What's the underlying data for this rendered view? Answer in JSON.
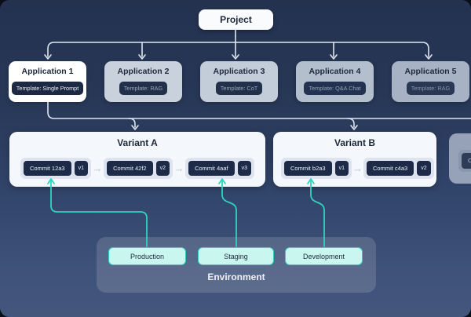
{
  "project": {
    "label": "Project"
  },
  "applications": [
    {
      "label": "Application 1",
      "template": "Template: Single Prompt"
    },
    {
      "label": "Application 2",
      "template": "Template: RAG"
    },
    {
      "label": "Application 3",
      "template": "Template: CoT"
    },
    {
      "label": "Application 4",
      "template": "Template: Q&A Chat"
    },
    {
      "label": "Application 5",
      "template": "Template: RAG"
    }
  ],
  "variants": [
    {
      "label": "Variant A",
      "commits": [
        {
          "label": "Commit 12a3",
          "version": "v1"
        },
        {
          "label": "Commit 42f2",
          "version": "v2"
        },
        {
          "label": "Commit 4aaf",
          "version": "v3"
        }
      ]
    },
    {
      "label": "Variant B",
      "commits": [
        {
          "label": "Commit b2a3",
          "version": "v1"
        },
        {
          "label": "Commit c4a3",
          "version": "v2"
        }
      ]
    },
    {
      "label": "",
      "commits": [
        {
          "label": "Commit",
          "version": ""
        }
      ]
    }
  ],
  "environment": {
    "label": "Environment",
    "items": [
      "Production",
      "Staging",
      "Development"
    ]
  },
  "icons": {
    "arrow_right": "→"
  },
  "colors": {
    "accent_teal": "#2dd4bf",
    "node_dark": "#1e2b48",
    "env_pill_bg": "#c9f6ee",
    "env_pill_border": "#2fd0bd",
    "background_top": "#243250",
    "background_bottom": "#44567c"
  }
}
